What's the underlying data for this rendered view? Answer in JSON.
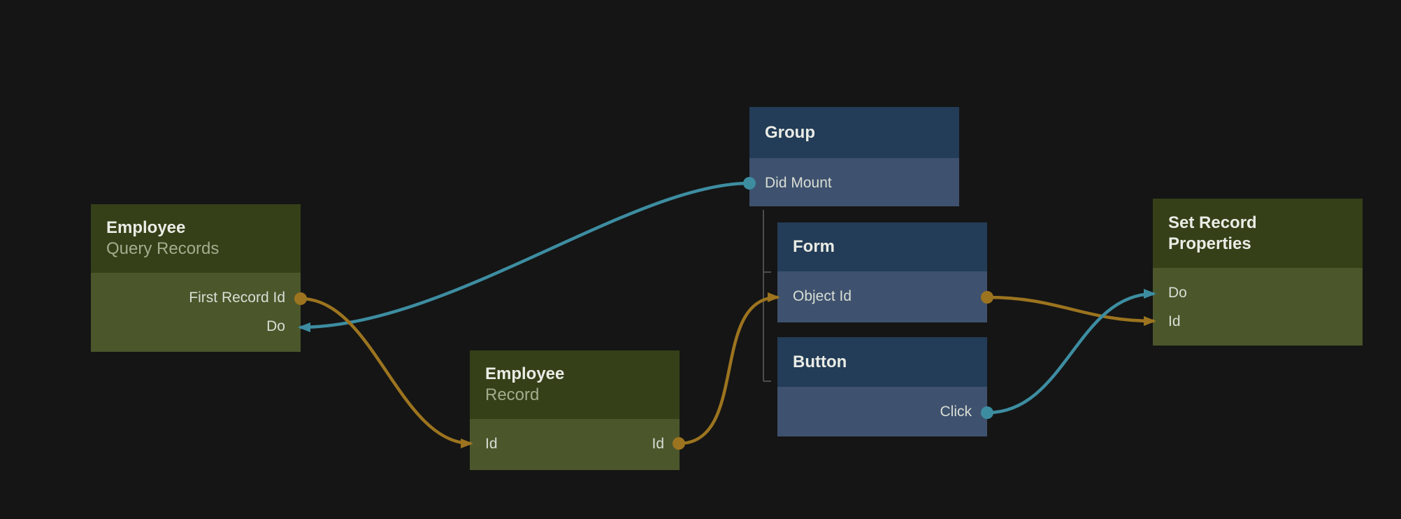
{
  "colors": {
    "background": "#151515",
    "green_header": "#354018",
    "green_body": "#4b562b",
    "blue_header": "#233c57",
    "blue_body": "#3e516e",
    "title_text": "#e9ece5",
    "subtitle_text": "#a2ad8e",
    "port_text": "#d9ded5",
    "signal": "#3d8da1",
    "data": "#9c741f",
    "tree_line": "#4d4d4d"
  },
  "nodes": {
    "employee_query": {
      "title": "Employee",
      "subtitle": "Query Records",
      "ports": {
        "first_record_id": "First Record Id",
        "do": "Do"
      }
    },
    "group": {
      "title": "Group",
      "ports": {
        "did_mount": "Did Mount"
      }
    },
    "form": {
      "title": "Form",
      "ports": {
        "object_id": "Object Id"
      }
    },
    "button": {
      "title": "Button",
      "ports": {
        "click": "Click"
      }
    },
    "employee_record": {
      "title": "Employee",
      "subtitle": "Record",
      "ports": {
        "id_in": "Id",
        "id_out": "Id"
      }
    },
    "set_record_properties": {
      "title": "Set Record Properties",
      "ports": {
        "do": "Do",
        "id": "Id"
      }
    }
  }
}
